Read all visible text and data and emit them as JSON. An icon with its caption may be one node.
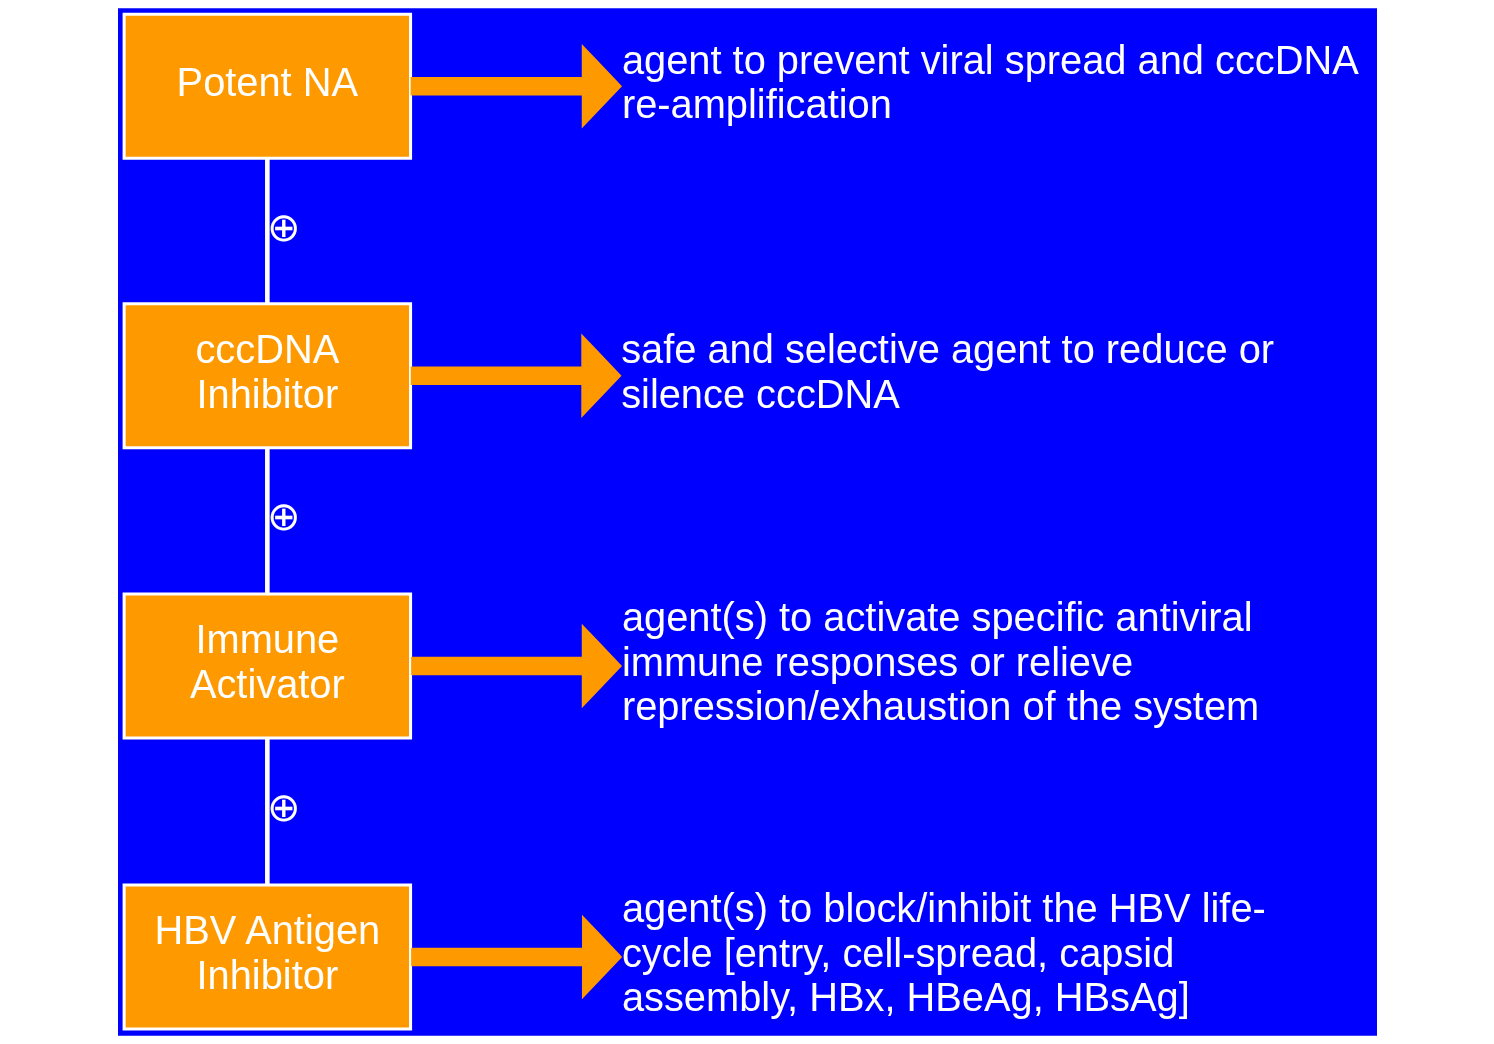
{
  "diagram": {
    "nodes": [
      {
        "text": [
          "Potent NA"
        ]
      },
      {
        "text": [
          "agent to prevent viral spread and cccDNA re-amplification"
        ]
      },
      {
        "text": [
          "cccDNA Inhibitor"
        ]
      },
      {
        "text": [
          "safe and selective agent to reduce or silence cccDNA"
        ]
      },
      {
        "text": [
          "Immune Activator"
        ]
      },
      {
        "text": [
          "agent(s) to activate specific antiviral immune responses or relieve repression/exhaustion of the system"
        ]
      },
      {
        "text": [
          "HBV Antigen Inhibitor"
        ]
      },
      {
        "text": [
          "agent(s) to block/inhibit the HBV life-cycle [entry, cell-spread, capsid assembly, HBx, HBeAg, HBsAg]"
        ]
      }
    ],
    "edges": [
      {
        "from": 0,
        "to": 1,
        "arrow": "to",
        "color": "#ff9900"
      },
      {
        "from": 0,
        "to": 2,
        "arrow": "none",
        "label": "⊕",
        "color": "#ffffff"
      },
      {
        "from": 2,
        "to": 3,
        "arrow": "to",
        "color": "#ff9900"
      },
      {
        "from": 2,
        "to": 4,
        "arrow": "none",
        "label": "⊕",
        "color": "#ffffff"
      },
      {
        "from": 4,
        "to": 5,
        "arrow": "to",
        "color": "#ff9900"
      },
      {
        "from": 4,
        "to": 6,
        "arrow": "none",
        "label": "⊕",
        "color": "#ffffff"
      },
      {
        "from": 6,
        "to": 7,
        "arrow": "to",
        "color": "#ff9900"
      }
    ]
  }
}
